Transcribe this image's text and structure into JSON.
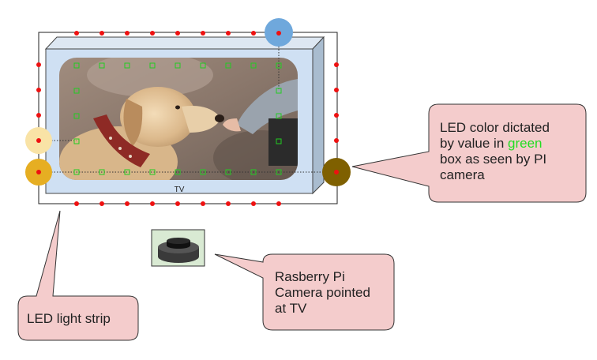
{
  "tv": {
    "label": "TV"
  },
  "callouts": {
    "led_color": {
      "line1": "LED color dictated",
      "line2_before": "by value in ",
      "line2_green": "green",
      "line3": "box as seen by PI",
      "line4": "camera"
    },
    "camera": {
      "line1": "Rasberry Pi",
      "line2": "Camera pointed",
      "line3": "at TV"
    },
    "led_strip": {
      "text": "LED light strip"
    }
  },
  "colors": {
    "callout_fill": "#f4cccc",
    "led_red": "#ee1111",
    "sample_box_green": "#22cc22",
    "tv_front": "#cfe0f3",
    "camera_box": "#d9ead3",
    "sampled_blue": "#6fa8dc",
    "sampled_light_yellow": "#f9e3a6",
    "sampled_gold": "#e6ae22",
    "sampled_brown": "#7f6000"
  },
  "icons": [
    "dog-photo",
    "camera-icon",
    "led-dot",
    "sample-box"
  ]
}
